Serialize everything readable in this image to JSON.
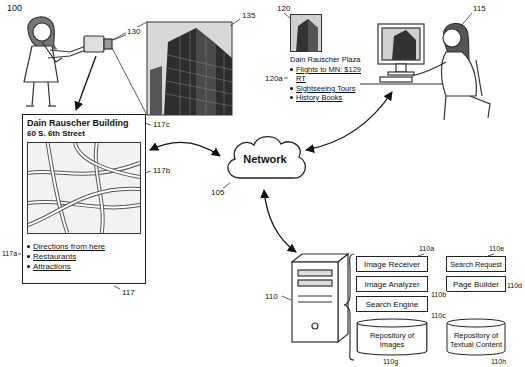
{
  "diagram": {
    "nodes": [
      {
        "text": [
          "Dain Rauscher Building",
          "60 S. 6th Street",
          "Directions from here",
          "Restaurants",
          "Attractions"
        ]
      },
      {
        "text": [
          "Dain Rauscher Plaza",
          "Flights to MN: $129 RT",
          "Sightseeing Tours",
          "History Books"
        ]
      },
      {
        "text": [
          "Network"
        ]
      },
      {
        "text": [
          "Image Receiver"
        ]
      },
      {
        "text": [
          "Image Analyzer"
        ]
      },
      {
        "text": [
          "Search Engine"
        ]
      },
      {
        "text": [
          "Search Request"
        ]
      },
      {
        "text": [
          "Page Builder"
        ]
      },
      {
        "text": [
          "Repository of Images"
        ]
      },
      {
        "text": [
          "Repository of Textual Content"
        ]
      }
    ],
    "labels": [
      "100",
      "135",
      "130",
      "120",
      "115",
      "120a",
      "117c",
      "117b",
      "117a",
      "117",
      "105",
      "110",
      "110a",
      "110e",
      "110b",
      "110c",
      "110d",
      "110g",
      "110h"
    ]
  }
}
